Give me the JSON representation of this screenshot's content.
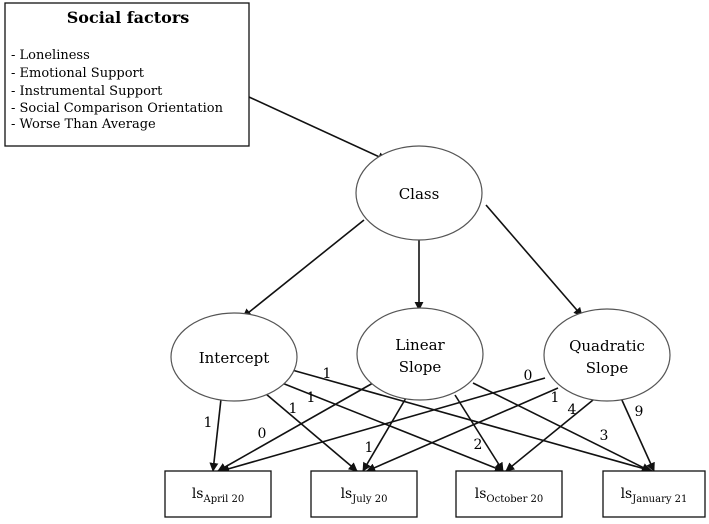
{
  "social_box": {
    "title": "Social factors",
    "items": [
      "- Loneliness",
      "- Emotional Support",
      "- Instrumental Support",
      "- Social Comparison Orientation",
      "- Worse Than Average"
    ]
  },
  "latent": {
    "class": "Class",
    "intercept": "Intercept",
    "linear": [
      "Linear",
      "Slope"
    ],
    "quadratic": [
      "Quadratic",
      "Slope"
    ]
  },
  "observed": [
    {
      "base": "ls",
      "sub": "April 20"
    },
    {
      "base": "ls",
      "sub": "July 20"
    },
    {
      "base": "ls",
      "sub": "October 20"
    },
    {
      "base": "ls",
      "sub": "January 21"
    }
  ],
  "loadings": {
    "intercept": [
      "1",
      "1",
      "1",
      "1"
    ],
    "linear": [
      "0",
      "1",
      "2",
      "3"
    ],
    "quadratic": [
      "0",
      "1",
      "4",
      "9"
    ]
  },
  "colors": {
    "stroke": "#111111",
    "node_stroke": "#555555",
    "node_fill": "#ffffff",
    "text": "#111111"
  }
}
